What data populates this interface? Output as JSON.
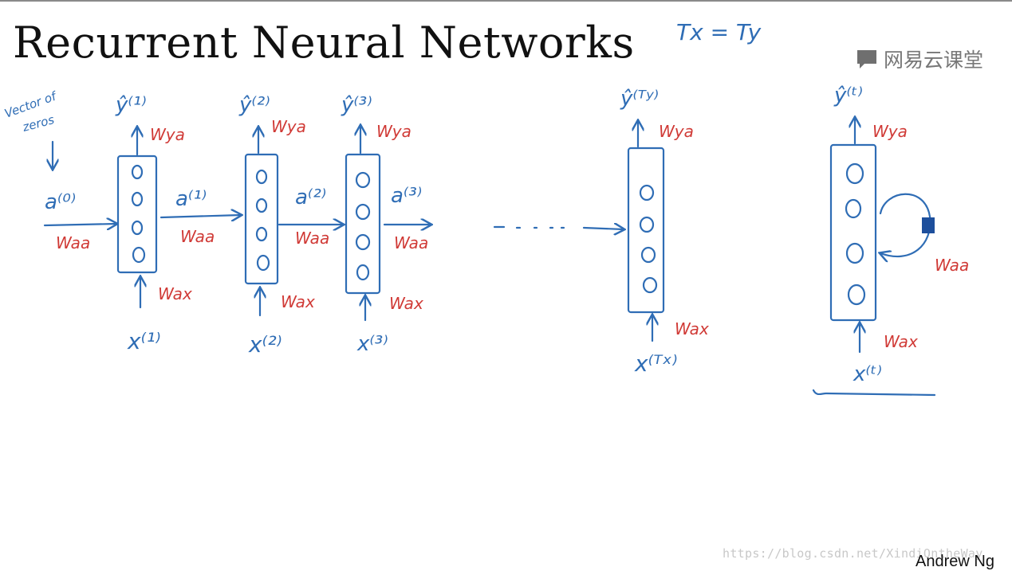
{
  "title": "Recurrent Neural Networks",
  "equation": "Tx = Ty",
  "logo_text": "网易云课堂",
  "author": "Andrew Ng",
  "watermark": "https://blog.csdn.net/XindiOntheWay",
  "init_note_line1": "Vector of",
  "init_note_line2": "zeros",
  "init_activation": "a⁽⁰⁾",
  "weights": {
    "aa": "Waa",
    "ax": "Wax",
    "ya": "Wya"
  },
  "cells": [
    {
      "y": "ŷ⁽¹⁾",
      "x": "x⁽¹⁾",
      "a_out": "a⁽¹⁾"
    },
    {
      "y": "ŷ⁽²⁾",
      "x": "x⁽²⁾",
      "a_out": "a⁽²⁾"
    },
    {
      "y": "ŷ⁽³⁾",
      "x": "x⁽³⁾",
      "a_out": "a⁽³⁾"
    },
    {
      "y": "ŷ⁽ᵀʸ⁾",
      "x": "x⁽ᵀˣ⁾"
    }
  ],
  "rolled": {
    "y": "ŷ⁽ᵗ⁾",
    "x": "x⁽ᵗ⁾"
  },
  "colors": {
    "ink_blue": "#2f6db5",
    "ink_red": "#d03a36"
  }
}
